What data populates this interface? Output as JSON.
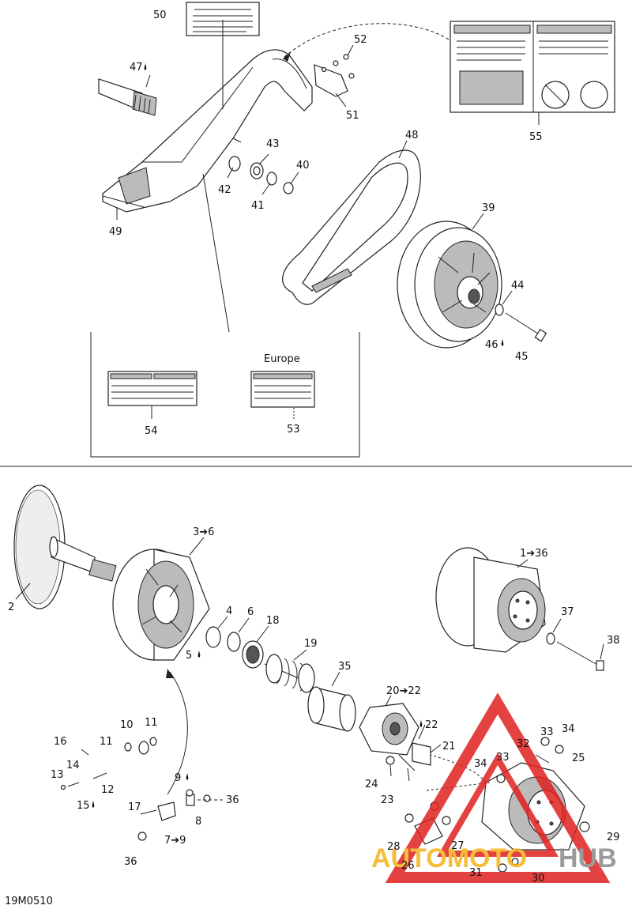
{
  "diagram": {
    "code": "19M0510",
    "europe_label": "Europe",
    "watermark": {
      "text_a": "AUTOMOTO",
      "text_b": "HUB",
      "color_a": "#f5b21a",
      "color_b": "#8a8a8a",
      "triangle": "#e02020"
    },
    "callouts": [
      {
        "id": "c50",
        "label": "50"
      },
      {
        "id": "c52",
        "label": "52"
      },
      {
        "id": "c47",
        "label": "47"
      },
      {
        "id": "c51",
        "label": "51"
      },
      {
        "id": "c55",
        "label": "55"
      },
      {
        "id": "c48",
        "label": "48"
      },
      {
        "id": "c43",
        "label": "43"
      },
      {
        "id": "c42",
        "label": "42"
      },
      {
        "id": "c40",
        "label": "40"
      },
      {
        "id": "c41",
        "label": "41"
      },
      {
        "id": "c49",
        "label": "49"
      },
      {
        "id": "c39",
        "label": "39"
      },
      {
        "id": "c44",
        "label": "44"
      },
      {
        "id": "c46",
        "label": "46"
      },
      {
        "id": "c45",
        "label": "45"
      },
      {
        "id": "c54",
        "label": "54"
      },
      {
        "id": "c53",
        "label": "53"
      },
      {
        "id": "c3_6",
        "label": "3➔6"
      },
      {
        "id": "c1_36",
        "label": "1➔36"
      },
      {
        "id": "c2",
        "label": "2"
      },
      {
        "id": "c4",
        "label": "4"
      },
      {
        "id": "c6",
        "label": "6"
      },
      {
        "id": "c18",
        "label": "18"
      },
      {
        "id": "c5",
        "label": "5"
      },
      {
        "id": "c37",
        "label": "37"
      },
      {
        "id": "c19",
        "label": "19"
      },
      {
        "id": "c38",
        "label": "38"
      },
      {
        "id": "c35",
        "label": "35"
      },
      {
        "id": "c20_22",
        "label": "20➔22"
      },
      {
        "id": "c10",
        "label": "10"
      },
      {
        "id": "c11a",
        "label": "11"
      },
      {
        "id": "c16",
        "label": "16"
      },
      {
        "id": "c11b",
        "label": "11"
      },
      {
        "id": "c22",
        "label": "22"
      },
      {
        "id": "c33a",
        "label": "33"
      },
      {
        "id": "c34a",
        "label": "34"
      },
      {
        "id": "c21",
        "label": "21"
      },
      {
        "id": "c32",
        "label": "32"
      },
      {
        "id": "c14",
        "label": "14"
      },
      {
        "id": "c13",
        "label": "13"
      },
      {
        "id": "c12",
        "label": "12"
      },
      {
        "id": "c9",
        "label": "9"
      },
      {
        "id": "c36a",
        "label": "36"
      },
      {
        "id": "c24",
        "label": "24"
      },
      {
        "id": "c23",
        "label": "23"
      },
      {
        "id": "c34b",
        "label": "34"
      },
      {
        "id": "c33b",
        "label": "33"
      },
      {
        "id": "c25",
        "label": "25"
      },
      {
        "id": "c15",
        "label": "15"
      },
      {
        "id": "c17",
        "label": "17"
      },
      {
        "id": "c8",
        "label": "8"
      },
      {
        "id": "c7_9",
        "label": "7➔9"
      },
      {
        "id": "c36b",
        "label": "36"
      },
      {
        "id": "c28",
        "label": "28"
      },
      {
        "id": "c27",
        "label": "27"
      },
      {
        "id": "c29",
        "label": "29"
      },
      {
        "id": "c26",
        "label": "26"
      },
      {
        "id": "c31",
        "label": "31"
      },
      {
        "id": "c30",
        "label": "30"
      }
    ]
  }
}
